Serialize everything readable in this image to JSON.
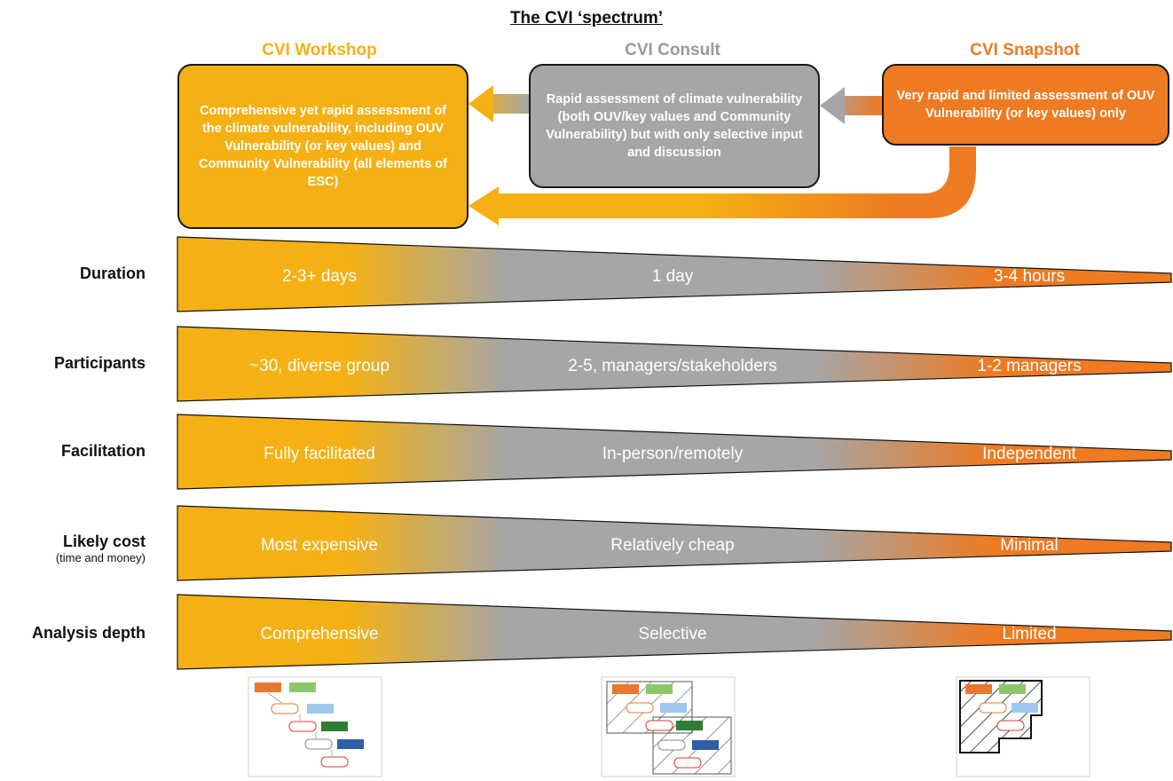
{
  "title": "The CVI ‘spectrum’",
  "columns": [
    {
      "key": "workshop",
      "title": "CVI Workshop",
      "color": "#F5B113",
      "description": "Comprehensive yet rapid assessment of the climate vulnerability, including OUV Vulnerability (or key values) and Community Vulnerability (all elements of ESC)"
    },
    {
      "key": "consult",
      "title": "CVI Consult",
      "color": "#A6A6A6",
      "description": "Rapid assessment of climate vulnerability (both OUV/key values and Community Vulnerability) but with only selective input and discussion"
    },
    {
      "key": "snapshot",
      "title": "CVI Snapshot",
      "color": "#EE7A22",
      "description": "Very rapid and limited assessment of OUV Vulnerability (or key values) only"
    }
  ],
  "rows": [
    {
      "label": "Duration",
      "sublabel": "",
      "values": [
        "2-3+ days",
        "1 day",
        "3-4 hours"
      ]
    },
    {
      "label": "Participants",
      "sublabel": "",
      "values": [
        "~30, diverse group",
        "2-5, managers/stakeholders",
        "1-2 managers"
      ]
    },
    {
      "label": "Facilitation",
      "sublabel": "",
      "values": [
        "Fully facilitated",
        "In-person/remotely",
        "Independent"
      ]
    },
    {
      "label": "Likely cost",
      "sublabel": "(time and money)",
      "values": [
        "Most expensive",
        "Relatively cheap",
        "Minimal"
      ]
    },
    {
      "label": "Analysis depth",
      "sublabel": "",
      "values": [
        "Comprehensive",
        "Selective",
        "Limited"
      ]
    }
  ],
  "colors": {
    "workshop": "#F5B113",
    "consult": "#A6A6A6",
    "snapshot": "#EE7A22",
    "consult_title": "#9A9A9A",
    "box_border": "#1a1a1a",
    "thumb_orange": "#E8782E",
    "thumb_green": "#8DC66B",
    "thumb_lightblue": "#9EC8EC",
    "thumb_darkgreen": "#2F7D32",
    "thumb_blue": "#2F5DA8",
    "thumb_red": "#E03B2C"
  }
}
